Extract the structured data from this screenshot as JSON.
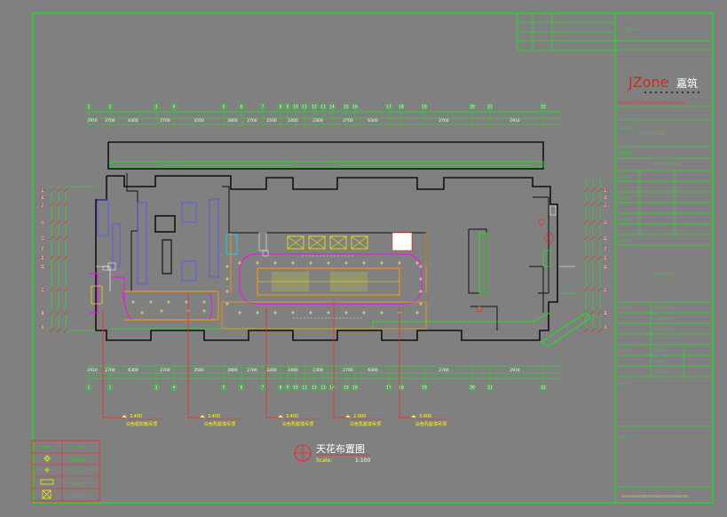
{
  "drawing": {
    "title": "天花布置图",
    "scale_label": "Scale:",
    "scale_value": "1:100"
  },
  "title_block": {
    "brand_primary": "JZone",
    "brand_secondary": "嘉筑"
  },
  "levels": [
    {
      "value": "3.400",
      "label": "白色铝扣板吊顶"
    },
    {
      "value": "3.400",
      "label": "白色乳胶漆吊顶"
    },
    {
      "value": "3.400",
      "label": "白色乳胶漆吊顶"
    },
    {
      "value": "2.900",
      "label": "白色乳胶漆吊顶"
    },
    {
      "value": "3.400",
      "label": "白色乳胶漆吊顶"
    }
  ],
  "axes_top": [
    "1",
    "2",
    "3",
    "4",
    "5",
    "6",
    "7",
    "8",
    "9",
    "10",
    "11",
    "12",
    "13",
    "14",
    "15",
    "16",
    "17",
    "18",
    "19",
    "20",
    "21",
    "22"
  ],
  "axes_left": [
    "L",
    "K",
    "J",
    "H",
    "G",
    "F",
    "E",
    "D",
    "C",
    "B",
    "A"
  ],
  "dims_top": [
    "2910",
    "2700",
    "6300",
    "2700",
    "3500",
    "2800",
    "2700",
    "2200",
    "2400",
    "2300",
    "2700",
    "6300",
    "2700",
    "2910"
  ],
  "colors": {
    "bg": "#808080",
    "frame": "#00ff00",
    "wall": "#111111"
  }
}
